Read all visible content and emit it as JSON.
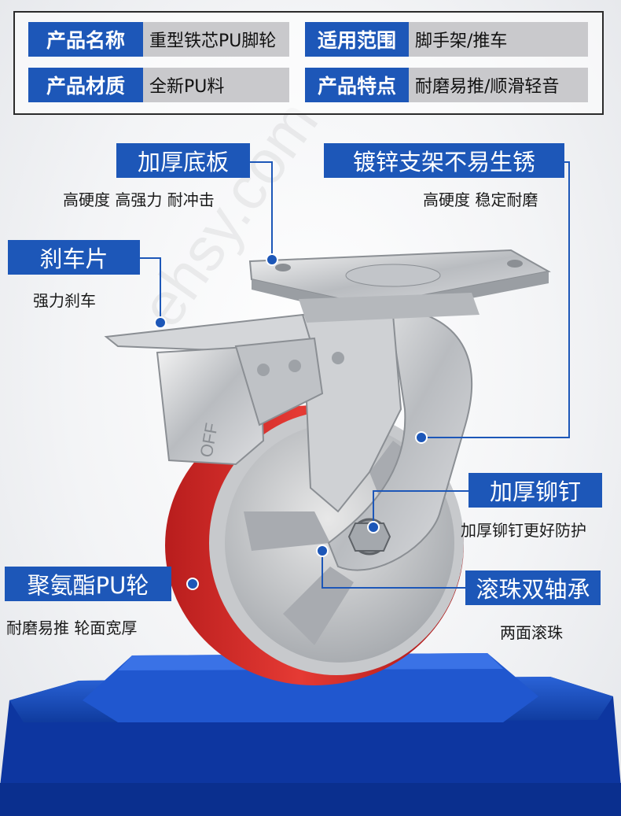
{
  "specs": [
    {
      "key": "产品名称",
      "value": "重型铁芯PU脚轮"
    },
    {
      "key": "适用范围",
      "value": "脚手架/推车"
    },
    {
      "key": "产品材质",
      "value": "全新PU料"
    },
    {
      "key": "产品特点",
      "value": "耐磨易推/顺滑轻音"
    }
  ],
  "callouts": {
    "plate": {
      "title": "加厚底板",
      "desc": "高硬度 高强力 耐冲击"
    },
    "bracket": {
      "title": "镀锌支架不易生锈",
      "desc": "高硬度 稳定耐磨"
    },
    "brake": {
      "title": "刹车片",
      "desc": "强力刹车"
    },
    "rivet": {
      "title": "加厚铆钉",
      "desc": "加厚铆钉更好防护"
    },
    "wheel": {
      "title": "聚氨酯PU轮",
      "desc": "耐磨易推 轮面宽厚"
    },
    "bearing": {
      "title": "滚珠双轴承",
      "desc": "两面滚珠"
    }
  },
  "product": {
    "brake_marking": "OFF"
  },
  "watermark": "ehsy.com",
  "colors": {
    "accent": "#1d57b8",
    "value_bg": "#c9c9cc",
    "wheel_red": "#d62a28",
    "pedestal": "#1448b8"
  }
}
